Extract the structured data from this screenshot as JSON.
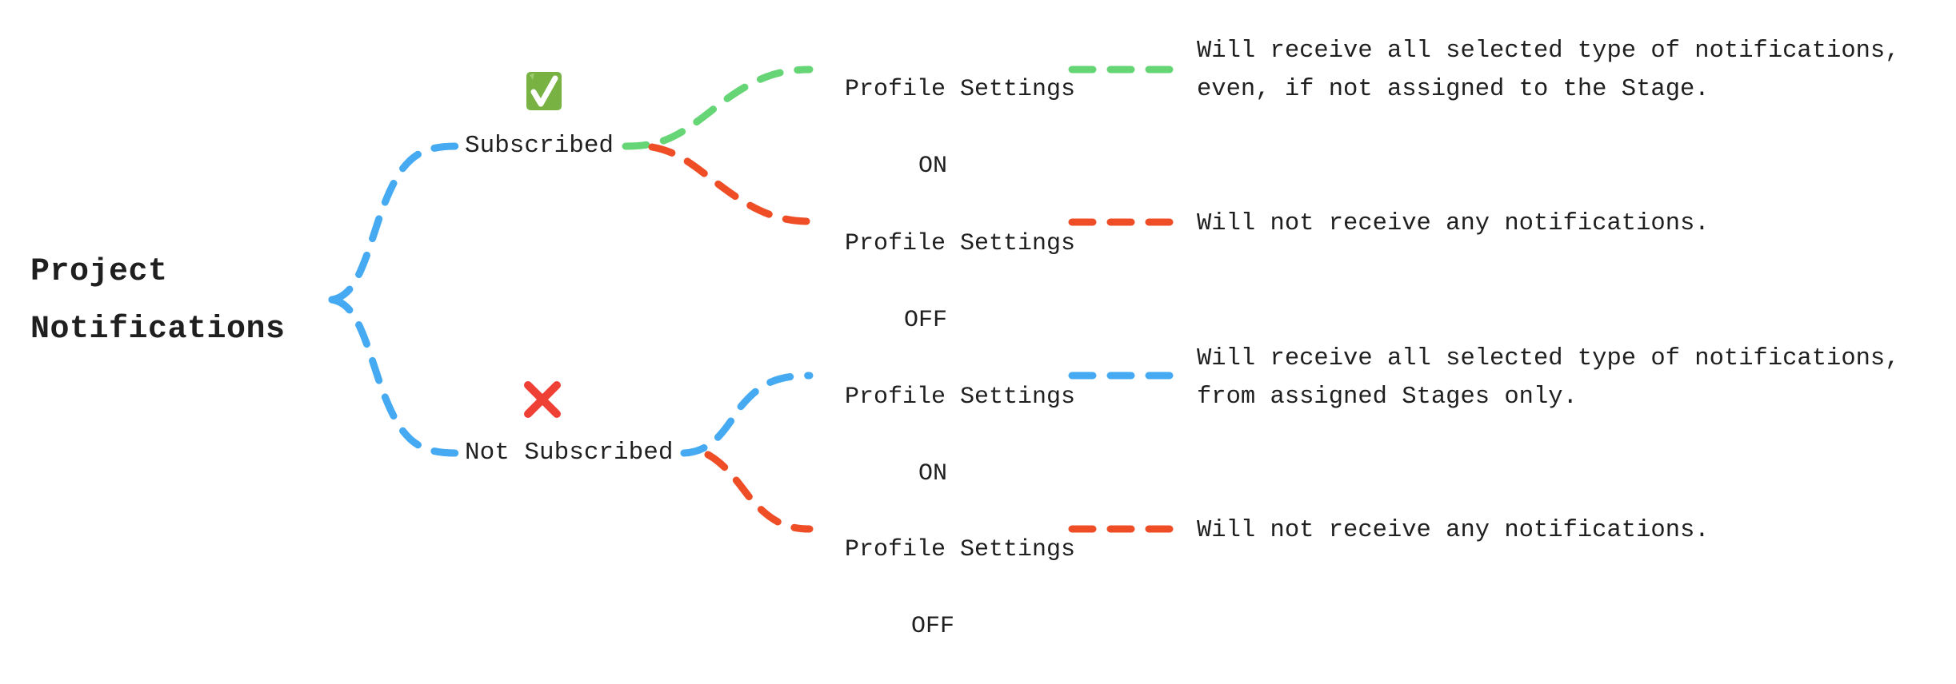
{
  "colors": {
    "blue": "#45aaf2",
    "green": "#66d575",
    "red": "#ee4d26",
    "text": "#1f1f1f",
    "check_bg": "#77b243",
    "cross": "#ef4036"
  },
  "root": {
    "title_line1": "Project",
    "title_line2": "Notifications"
  },
  "branches": [
    {
      "label": "Subscribed",
      "icon": "check-mark-button-icon",
      "options": [
        {
          "setting_label": "Profile Settings",
          "state": "ON",
          "connector_color": "green",
          "description_line1": "Will receive all selected type of notifications,",
          "description_line2": "even, if not assigned to the Stage."
        },
        {
          "setting_label": "Profile Settings",
          "state": "OFF",
          "connector_color": "red",
          "description_line1": "Will not receive any notifications.",
          "description_line2": ""
        }
      ]
    },
    {
      "label": "Not Subscribed",
      "icon": "cross-mark-icon",
      "options": [
        {
          "setting_label": "Profile Settings",
          "state": "ON",
          "connector_color": "blue",
          "description_line1": "Will receive all selected type of notifications,",
          "description_line2": "from assigned Stages only."
        },
        {
          "setting_label": "Profile Settings",
          "state": "OFF",
          "connector_color": "red",
          "description_line1": "Will not receive any notifications.",
          "description_line2": ""
        }
      ]
    }
  ]
}
